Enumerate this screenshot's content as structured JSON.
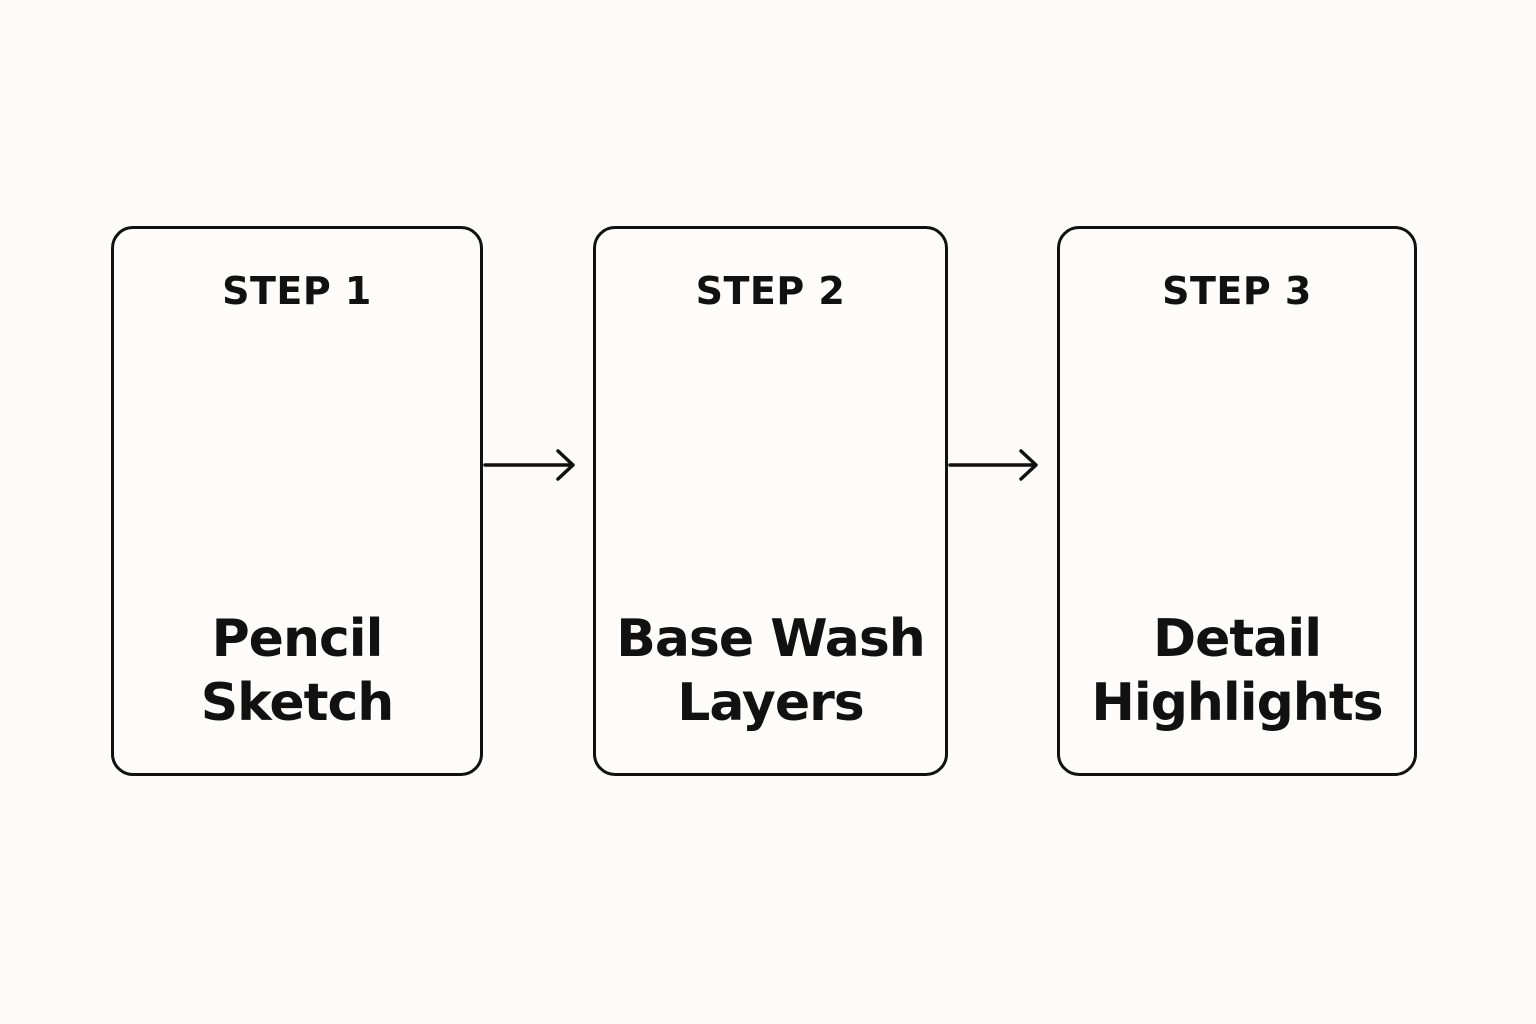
{
  "steps": [
    {
      "label": "STEP 1",
      "title_line1": "Pencil",
      "title_line2": "Sketch",
      "icon": "pencil-icon"
    },
    {
      "label": "STEP 2",
      "title_line1": "Base Wash",
      "title_line2": "Layers",
      "icon": "flat-brush-icon"
    },
    {
      "label": "STEP 3",
      "title_line1": "Detail",
      "title_line2": "Highlights",
      "icon": "round-brush-icon"
    }
  ],
  "connectors": [
    "arrow-right-icon",
    "arrow-right-icon"
  ],
  "colors": {
    "background": "#fcfbf9",
    "ink": "#111111",
    "bristle_fill": "#d9d9d9"
  }
}
